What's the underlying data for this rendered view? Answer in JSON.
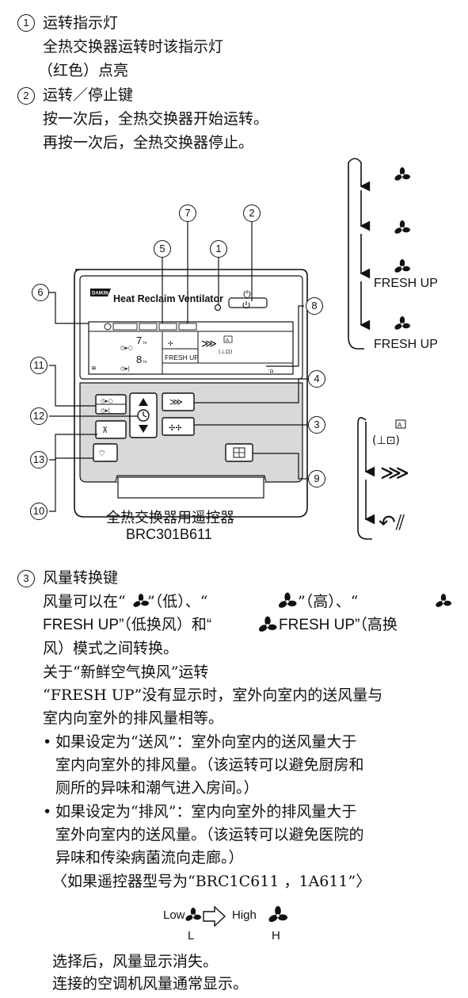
{
  "sec1": {
    "num": "1",
    "title": "运转指示灯",
    "line1": "全热交换器运转时该指示灯",
    "line2": "（红色）点亮"
  },
  "sec2": {
    "num": "2",
    "title": "运转／停止键",
    "line1": "按一次后，全热交换器开始运转。",
    "line2": "再按一次后，全热交换器停止。"
  },
  "remote": {
    "brand_text": "DAIKIN",
    "header": "Heat Reclaim Ventilator",
    "lcd_hr1": "hr",
    "lcd_hr2": "hr",
    "lcd_digit1": "7",
    "lcd_digit2": "8",
    "lcd_freshup": "FRESH UP",
    "lcd_auto": "A",
    "caption_cn": "全热交换器用遥控器",
    "caption_model": "BRC301B611",
    "callouts": [
      "1",
      "2",
      "3",
      "4",
      "5",
      "6",
      "7",
      "8",
      "9",
      "10",
      "11",
      "12",
      "13"
    ]
  },
  "cycle_fan": {
    "items": [
      "",
      "",
      "FRESH UP",
      "FRESH UP"
    ]
  },
  "cycle_mode": {
    "auto": "A"
  },
  "sec3": {
    "num": "3",
    "title": "风量转换键",
    "p1_l1a": "风量可以在“",
    "p1_l1b": "”（低）、“",
    "p1_l1c": "”（高）、“",
    "p1_l2a": "FRESH UP”（低换风）和“",
    "p1_l2b": "FRESH UP”（高换",
    "p1_l3": "风）模式之间转换。",
    "p2_l1": "关于“新鲜空气换风”运转",
    "p2_l2": "“FRESH UP”没有显示时，室外向室内的送风量与",
    "p2_l3": "室内向室外的排风量相等。",
    "b1_l1": "如果设定为“送风”：室外向室内的送风量大于",
    "b1_l2": "室内向室外的排风量。（该运转可以避免厨房和",
    "b1_l3": "厕所的异味和潮气进入房间。）",
    "b2_l1": "如果设定为“排风”：室内向室外的排风量大于",
    "b2_l2": "室外向室内的送风量。（该运转可以避免医院的",
    "b2_l3": "异味和传染病菌流向走廊。）",
    "note": "〈如果遥控器型号为“BRC1C611 ，1A611”〉",
    "low": "Low",
    "high": "High",
    "l": "L",
    "h": "H",
    "end1": "选择后，风量显示消失。",
    "end2": "连接的空调机风量通常显示。"
  }
}
